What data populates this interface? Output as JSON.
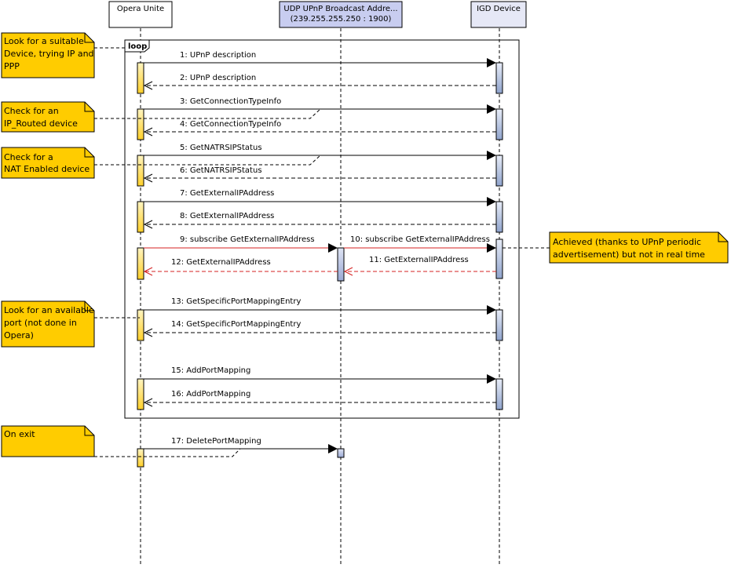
{
  "participants": [
    {
      "id": "opera",
      "lines": [
        "Opera Unite"
      ]
    },
    {
      "id": "udp",
      "lines": [
        "UDP UPnP Broadcast Addre...",
        "(239.255.255.250 : 1900)"
      ]
    },
    {
      "id": "igd",
      "lines": [
        "IGD Device"
      ]
    }
  ],
  "loop_label": "loop",
  "messages": [
    {
      "n": "1",
      "text": "1: UPnP description",
      "from": "opera",
      "to": "igd",
      "kind": "call",
      "color": "#000000"
    },
    {
      "n": "2",
      "text": "2: UPnP description",
      "from": "igd",
      "to": "opera",
      "kind": "return",
      "color": "#000000"
    },
    {
      "n": "3",
      "text": "3: GetConnectionTypeInfo",
      "from": "opera",
      "to": "igd",
      "kind": "call",
      "color": "#000000"
    },
    {
      "n": "4",
      "text": "4: GetConnectionTypeInfo",
      "from": "igd",
      "to": "opera",
      "kind": "return",
      "color": "#000000"
    },
    {
      "n": "5",
      "text": "5: GetNATRSIPStatus",
      "from": "opera",
      "to": "igd",
      "kind": "call",
      "color": "#000000"
    },
    {
      "n": "6",
      "text": "6: GetNATRSIPStatus",
      "from": "igd",
      "to": "opera",
      "kind": "return",
      "color": "#000000"
    },
    {
      "n": "7",
      "text": "7: GetExternalIPAddress",
      "from": "opera",
      "to": "igd",
      "kind": "call",
      "color": "#000000"
    },
    {
      "n": "8",
      "text": "8: GetExternalIPAddress",
      "from": "igd",
      "to": "opera",
      "kind": "return",
      "color": "#000000"
    },
    {
      "n": "9",
      "text": "9: subscribe GetExternalIPAddress",
      "from": "opera",
      "to": "udp",
      "kind": "call",
      "color": "#d42020"
    },
    {
      "n": "10",
      "text": "10: subscribe GetExternalIPAddress",
      "from": "udp",
      "to": "igd",
      "kind": "call",
      "color": "#d42020"
    },
    {
      "n": "11",
      "text": "11: GetExternalIPAddress",
      "from": "igd",
      "to": "udp",
      "kind": "return",
      "color": "#d42020"
    },
    {
      "n": "12",
      "text": "12: GetExternalIPAddress",
      "from": "udp",
      "to": "opera",
      "kind": "return",
      "color": "#d42020"
    },
    {
      "n": "13",
      "text": "13: GetSpecificPortMappingEntry",
      "from": "opera",
      "to": "igd",
      "kind": "call",
      "color": "#000000"
    },
    {
      "n": "14",
      "text": "14: GetSpecificPortMappingEntry",
      "from": "igd",
      "to": "opera",
      "kind": "return",
      "color": "#000000"
    },
    {
      "n": "15",
      "text": "15: AddPortMapping",
      "from": "opera",
      "to": "igd",
      "kind": "call",
      "color": "#000000"
    },
    {
      "n": "16",
      "text": "16: AddPortMapping",
      "from": "igd",
      "to": "opera",
      "kind": "return",
      "color": "#000000"
    },
    {
      "n": "17",
      "text": "17: DeletePortMapping",
      "from": "opera",
      "to": "udp",
      "kind": "call",
      "color": "#000000"
    }
  ],
  "notes": [
    {
      "lines": [
        "Look for a suitable",
        "Device, trying IP and",
        "PPP"
      ],
      "attached_to": "loop"
    },
    {
      "lines": [
        "Check for an",
        "IP_Routed device"
      ],
      "attached_to": "3"
    },
    {
      "lines": [
        "Check for a",
        "NAT Enabled device"
      ],
      "attached_to": "5"
    },
    {
      "lines": [
        "Look for an available",
        "port (not done in",
        "Opera)"
      ],
      "attached_to": "13"
    },
    {
      "lines": [
        "On exit"
      ],
      "attached_to": "17"
    },
    {
      "lines": [
        "Achieved (thanks to UPnP periodic",
        "advertisement) but not in real time"
      ],
      "attached_to": "10"
    }
  ],
  "colors": {
    "note_fill": "#ffcc00",
    "activation_opera": "#ffd84a",
    "activation_igd": "#a9b8d8",
    "activation_udp": "#b9c3e0",
    "udp_header_fill": "#c8cdf0",
    "igd_header_fill": "#e6e8f6",
    "return_red": "#d42020"
  }
}
